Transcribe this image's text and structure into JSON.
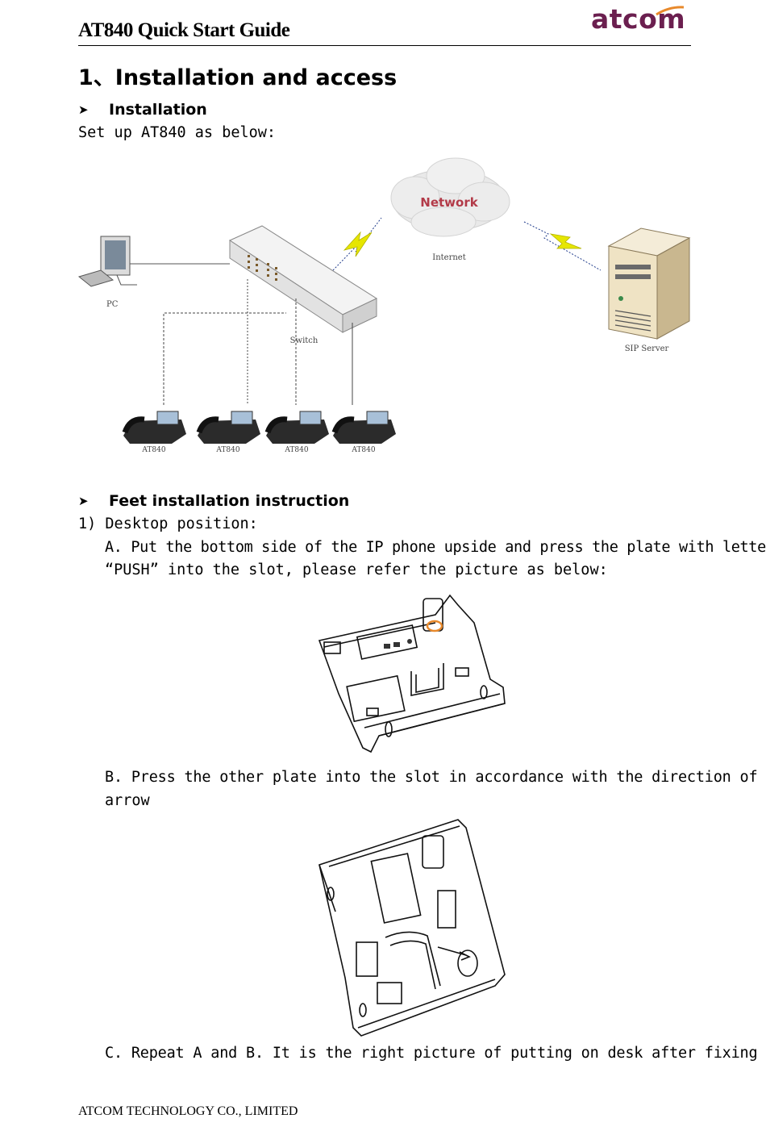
{
  "header": {
    "title": "AT840 Quick Start Guide",
    "logo": "atcom"
  },
  "section": {
    "title": "1、Installation and access"
  },
  "installation": {
    "heading": "Installation",
    "intro": "Set up AT840 as below:",
    "diagram": {
      "cloud_label": "Network",
      "internet_label": "Internet",
      "pc_label": "PC",
      "switch_label": "Switch",
      "server_label": "SIP Server",
      "phone_labels": [
        "AT840",
        "AT840",
        "AT840",
        "AT840"
      ]
    }
  },
  "feet": {
    "heading": "Feet installation instruction",
    "step1": "1) Desktop position:",
    "a_line1": "A. Put the bottom side of the IP phone upside and press the plate with letter",
    "a_line2": "“PUSH” into the slot, please refer the picture as below:",
    "b_line1": "B. Press the other plate into the slot in accordance with the direction of the",
    "b_line2": "arrow",
    "c_line1": "C. Repeat A and B. It is the right picture of putting on desk after fixing the"
  },
  "footer": {
    "company": "ATCOM TECHNOLOGY CO., LIMITED"
  },
  "colors": {
    "logo": "#6b1f4f",
    "logo_swoosh": "#e8892b",
    "cloud_text": "#b23a48",
    "lightning": "#e6e600",
    "phone_callout": "#e8892b"
  }
}
